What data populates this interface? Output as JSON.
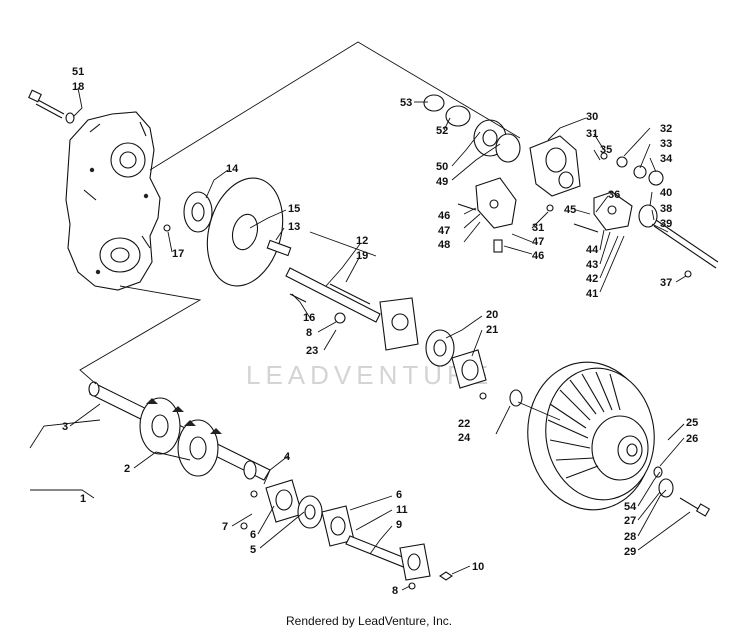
{
  "watermark": "LEADVENTURE",
  "footer": "Rendered by LeadVenture, Inc.",
  "callouts": [
    {
      "id": "c51",
      "label": "51"
    },
    {
      "id": "c18",
      "label": "18"
    },
    {
      "id": "c14",
      "label": "14"
    },
    {
      "id": "c15",
      "label": "15"
    },
    {
      "id": "c13",
      "label": "13"
    },
    {
      "id": "c17",
      "label": "17"
    },
    {
      "id": "c12",
      "label": "12"
    },
    {
      "id": "c19",
      "label": "19"
    },
    {
      "id": "c16",
      "label": "16"
    },
    {
      "id": "c8a",
      "label": "8"
    },
    {
      "id": "c23",
      "label": "23"
    },
    {
      "id": "c20",
      "label": "20"
    },
    {
      "id": "c21",
      "label": "21"
    },
    {
      "id": "c22",
      "label": "22"
    },
    {
      "id": "c24",
      "label": "24"
    },
    {
      "id": "c25",
      "label": "25"
    },
    {
      "id": "c26",
      "label": "26"
    },
    {
      "id": "c54",
      "label": "54"
    },
    {
      "id": "c27",
      "label": "27"
    },
    {
      "id": "c28",
      "label": "28"
    },
    {
      "id": "c29",
      "label": "29"
    },
    {
      "id": "c3",
      "label": "3"
    },
    {
      "id": "c2",
      "label": "2"
    },
    {
      "id": "c1",
      "label": "1"
    },
    {
      "id": "c4",
      "label": "4"
    },
    {
      "id": "c7",
      "label": "7"
    },
    {
      "id": "c6a",
      "label": "6"
    },
    {
      "id": "c5",
      "label": "5"
    },
    {
      "id": "c6b",
      "label": "6"
    },
    {
      "id": "c11",
      "label": "11"
    },
    {
      "id": "c9",
      "label": "9"
    },
    {
      "id": "c10",
      "label": "10"
    },
    {
      "id": "c8b",
      "label": "8"
    },
    {
      "id": "c53",
      "label": "53"
    },
    {
      "id": "c52",
      "label": "52"
    },
    {
      "id": "c50",
      "label": "50"
    },
    {
      "id": "c49",
      "label": "49"
    },
    {
      "id": "c30",
      "label": "30"
    },
    {
      "id": "c31a",
      "label": "31"
    },
    {
      "id": "c35",
      "label": "35"
    },
    {
      "id": "c32",
      "label": "32"
    },
    {
      "id": "c33",
      "label": "33"
    },
    {
      "id": "c34",
      "label": "34"
    },
    {
      "id": "c36",
      "label": "36"
    },
    {
      "id": "c40",
      "label": "40"
    },
    {
      "id": "c38",
      "label": "38"
    },
    {
      "id": "c39",
      "label": "39"
    },
    {
      "id": "c45",
      "label": "45"
    },
    {
      "id": "c46a",
      "label": "46"
    },
    {
      "id": "c47a",
      "label": "47"
    },
    {
      "id": "c48",
      "label": "48"
    },
    {
      "id": "c31b",
      "label": "31"
    },
    {
      "id": "c47b",
      "label": "47"
    },
    {
      "id": "c46b",
      "label": "46"
    },
    {
      "id": "c44",
      "label": "44"
    },
    {
      "id": "c43",
      "label": "43"
    },
    {
      "id": "c42",
      "label": "42"
    },
    {
      "id": "c41",
      "label": "41"
    },
    {
      "id": "c37",
      "label": "37"
    }
  ]
}
